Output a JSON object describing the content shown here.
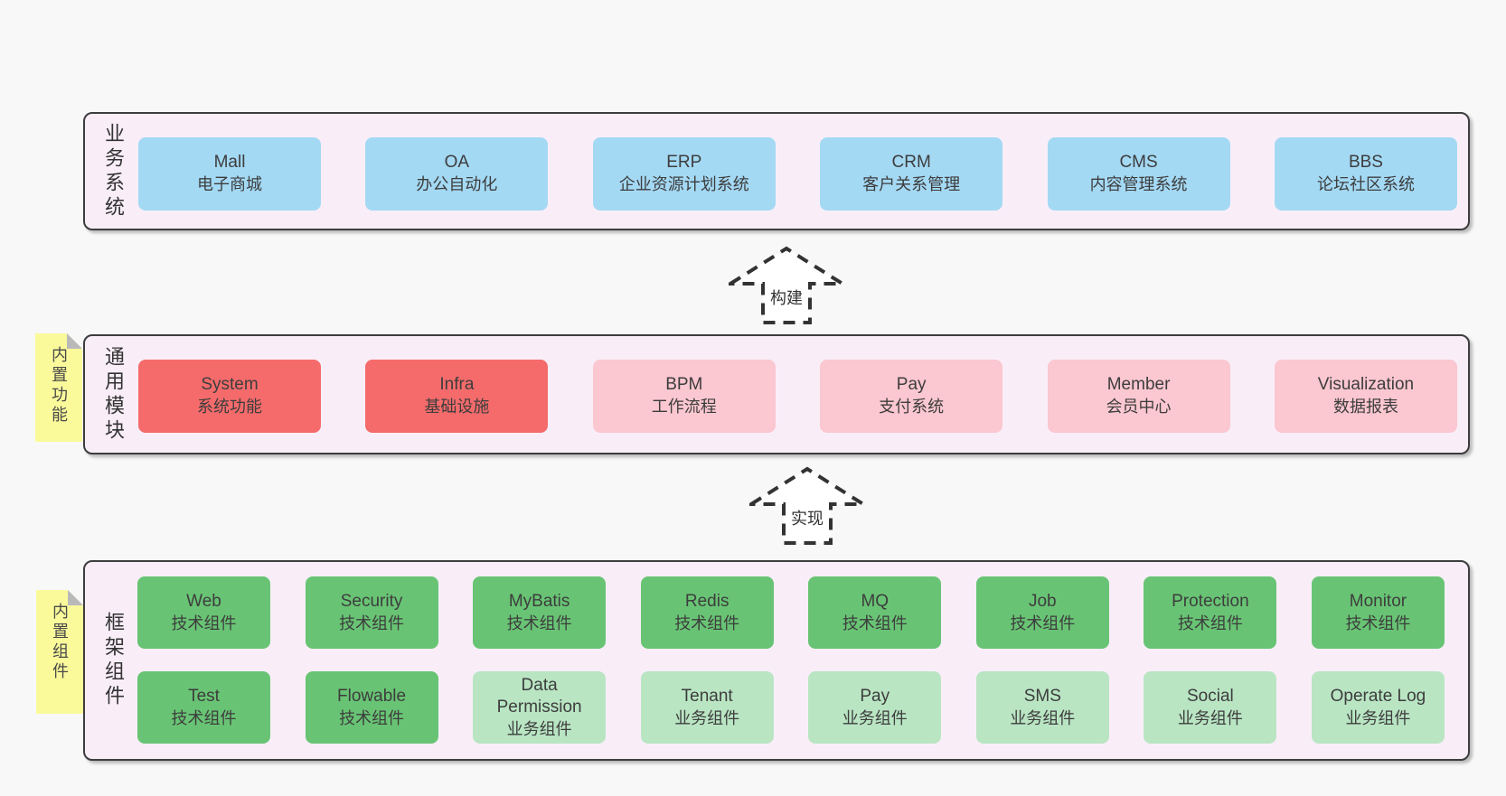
{
  "arrows": [
    {
      "label": "构建"
    },
    {
      "label": "实现"
    }
  ],
  "colors": {
    "page_bg": "#f8f8f8",
    "container_bg": "#f9eef8",
    "container_border": "#3d3d3d",
    "box_blue": "#a4d9f4",
    "box_red": "#f56b6b",
    "box_pink": "#fbc7d0",
    "box_green": "#68c474",
    "box_green_light": "#b9e5c3",
    "sticky_yellow": "#fafa9b",
    "sticky_fold_gray": "#b9b9b9",
    "text": "#3d3d3d"
  },
  "sections": [
    {
      "label": "业务系统",
      "boxes": [
        {
          "name": "Mall",
          "subtitle": "电子商城"
        },
        {
          "name": "OA",
          "subtitle": "办公自动化"
        },
        {
          "name": "ERP",
          "subtitle": "企业资源计划系统"
        },
        {
          "name": "CRM",
          "subtitle": "客户关系管理"
        },
        {
          "name": "CMS",
          "subtitle": "内容管理系统"
        },
        {
          "name": "BBS",
          "subtitle": "论坛社区系统"
        }
      ]
    },
    {
      "label": "通用模块",
      "sticky": "内置功能",
      "boxes": [
        {
          "name": "System",
          "subtitle": "系统功能"
        },
        {
          "name": "Infra",
          "subtitle": "基础设施"
        },
        {
          "name": "BPM",
          "subtitle": "工作流程"
        },
        {
          "name": "Pay",
          "subtitle": "支付系统"
        },
        {
          "name": "Member",
          "subtitle": "会员中心"
        },
        {
          "name": "Visualization",
          "subtitle": "数据报表"
        }
      ]
    },
    {
      "label": "框架组件",
      "sticky": "内置组件",
      "rows": [
        [
          {
            "name": "Web",
            "subtitle": "技术组件"
          },
          {
            "name": "Security",
            "subtitle": "技术组件"
          },
          {
            "name": "MyBatis",
            "subtitle": "技术组件"
          },
          {
            "name": "Redis",
            "subtitle": "技术组件"
          },
          {
            "name": "MQ",
            "subtitle": "技术组件"
          },
          {
            "name": "Job",
            "subtitle": "技术组件"
          },
          {
            "name": "Protection",
            "subtitle": "技术组件"
          },
          {
            "name": "Monitor",
            "subtitle": "技术组件"
          }
        ],
        [
          {
            "name": "Test",
            "subtitle": "技术组件"
          },
          {
            "name": "Flowable",
            "subtitle": "技术组件"
          },
          {
            "name": "Data Permission",
            "subtitle": "业务组件"
          },
          {
            "name": "Tenant",
            "subtitle": "业务组件"
          },
          {
            "name": "Pay",
            "subtitle": "业务组件"
          },
          {
            "name": "SMS",
            "subtitle": "业务组件"
          },
          {
            "name": "Social",
            "subtitle": "业务组件"
          },
          {
            "name": "Operate Log",
            "subtitle": "业务组件"
          }
        ]
      ]
    }
  ]
}
